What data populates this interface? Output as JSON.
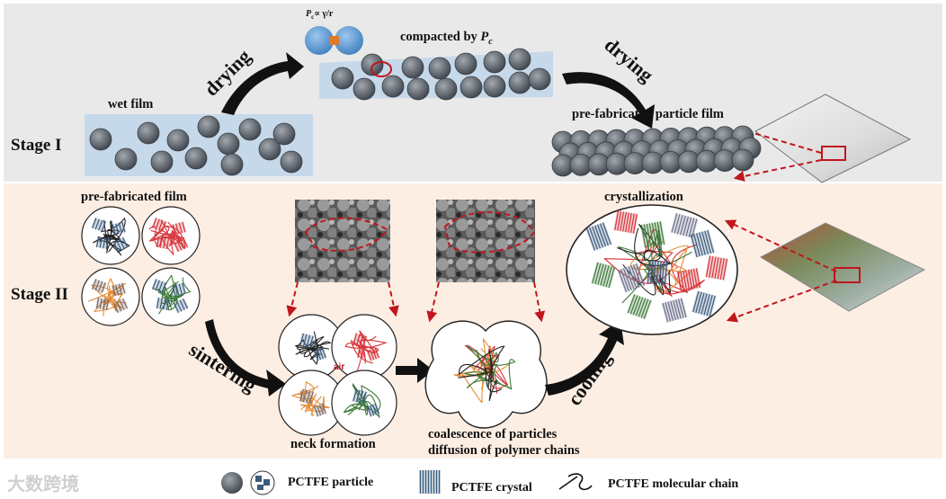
{
  "stage1": {
    "label": "Stage I",
    "wet_film": "wet film",
    "drying_left": "drying",
    "drying_right": "drying",
    "compacted_prefix": "compacted by ",
    "compacted_var": "P",
    "compacted_sub": "c",
    "formula": "P",
    "formula_sub": "c",
    "formula_rest": "∝ γ/r",
    "pre_fab_particle_film": "pre-fabricated particle film"
  },
  "stage2": {
    "label": "Stage II",
    "pre_fab_film": "pre-fabricated film",
    "sintering": "sintering",
    "air": "air",
    "neck_formation": "neck formation",
    "coalescence_line1": "coalescence of particles",
    "coalescence_line2": "diffusion of polymer chains",
    "cooling": "cooling",
    "crystallization": "crystallization"
  },
  "legend": {
    "particle": "PCTFE particle",
    "crystal": "PCTFE crystal",
    "chain": "PCTFE molecular chain"
  },
  "watermark": "大数跨境",
  "colors": {
    "stage1_bg": "#e9e9e9",
    "stage2_bg": "#fdeee3",
    "film_blue": "#c6d9ea",
    "particle": "#666c74",
    "red": "#c0161c",
    "navy": "#3b5b7e",
    "chain_red": "#d6343a",
    "chain_orange": "#e58b35",
    "chain_green": "#3e7a3a"
  }
}
